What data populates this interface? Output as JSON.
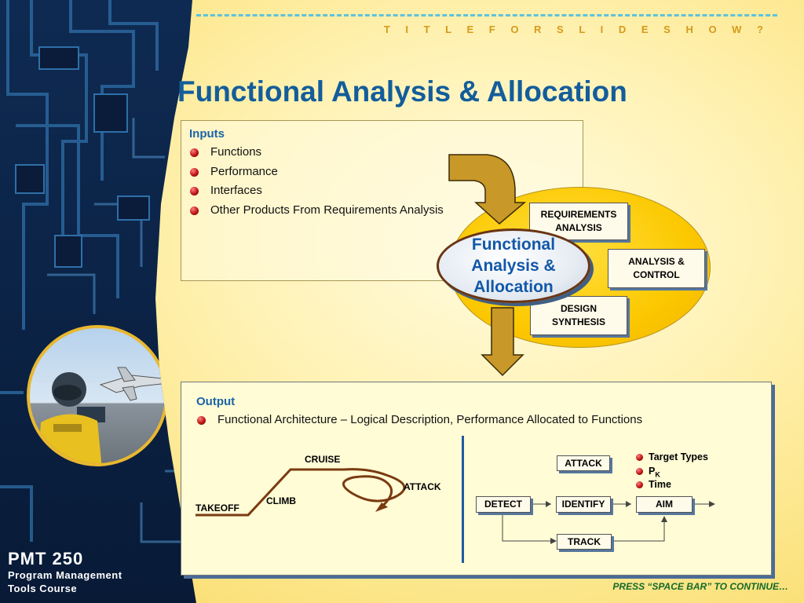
{
  "sidebar": {
    "course_line1": "PMT 250",
    "course_line2": "Program Management",
    "course_line3": "Tools Course"
  },
  "header": {
    "slideshow_title": "T I T L E   F O R   S L I D E S H O W ?"
  },
  "slide": {
    "title": "Functional Analysis & Allocation",
    "inputs": {
      "heading": "Inputs",
      "items": [
        "Functions",
        "Performance",
        "Interfaces",
        "Other Products From Requirements Analysis"
      ]
    },
    "cycle": {
      "center_line1": "Functional",
      "center_line2": "Analysis &",
      "center_line3": "Allocation",
      "requirements_line1": "REQUIREMENTS",
      "requirements_line2": "ANALYSIS",
      "control_line1": "ANALYSIS &",
      "control_line2": "CONTROL",
      "synthesis_line1": "DESIGN",
      "synthesis_line2": "SYNTHESIS"
    },
    "output": {
      "heading": "Output",
      "items": [
        "Functional Architecture – Logical Description, Performance Allocated to Functions"
      ]
    },
    "flight_diagram": {
      "takeoff": "TAKEOFF",
      "climb": "CLIMB",
      "cruise": "CRUISE",
      "attack": "ATTACK"
    },
    "function_diagram": {
      "detect": "DETECT",
      "identify": "IDENTIFY",
      "aim": "AIM",
      "attack": "ATTACK",
      "track": "TRACK",
      "attributes": {
        "target_types": "Target Types",
        "pk_letter": "P",
        "pk_sub": "K",
        "time": "Time"
      }
    }
  },
  "footer": {
    "continue_text": "PRESS “SPACE BAR” TO CONTINUE…"
  },
  "colors": {
    "title_blue": "#135d9b",
    "accent_orange": "#d59a1a",
    "ellipse_yellow": "#fcc800",
    "bullet_red": "#c01414",
    "continue_green": "#136a2a"
  }
}
